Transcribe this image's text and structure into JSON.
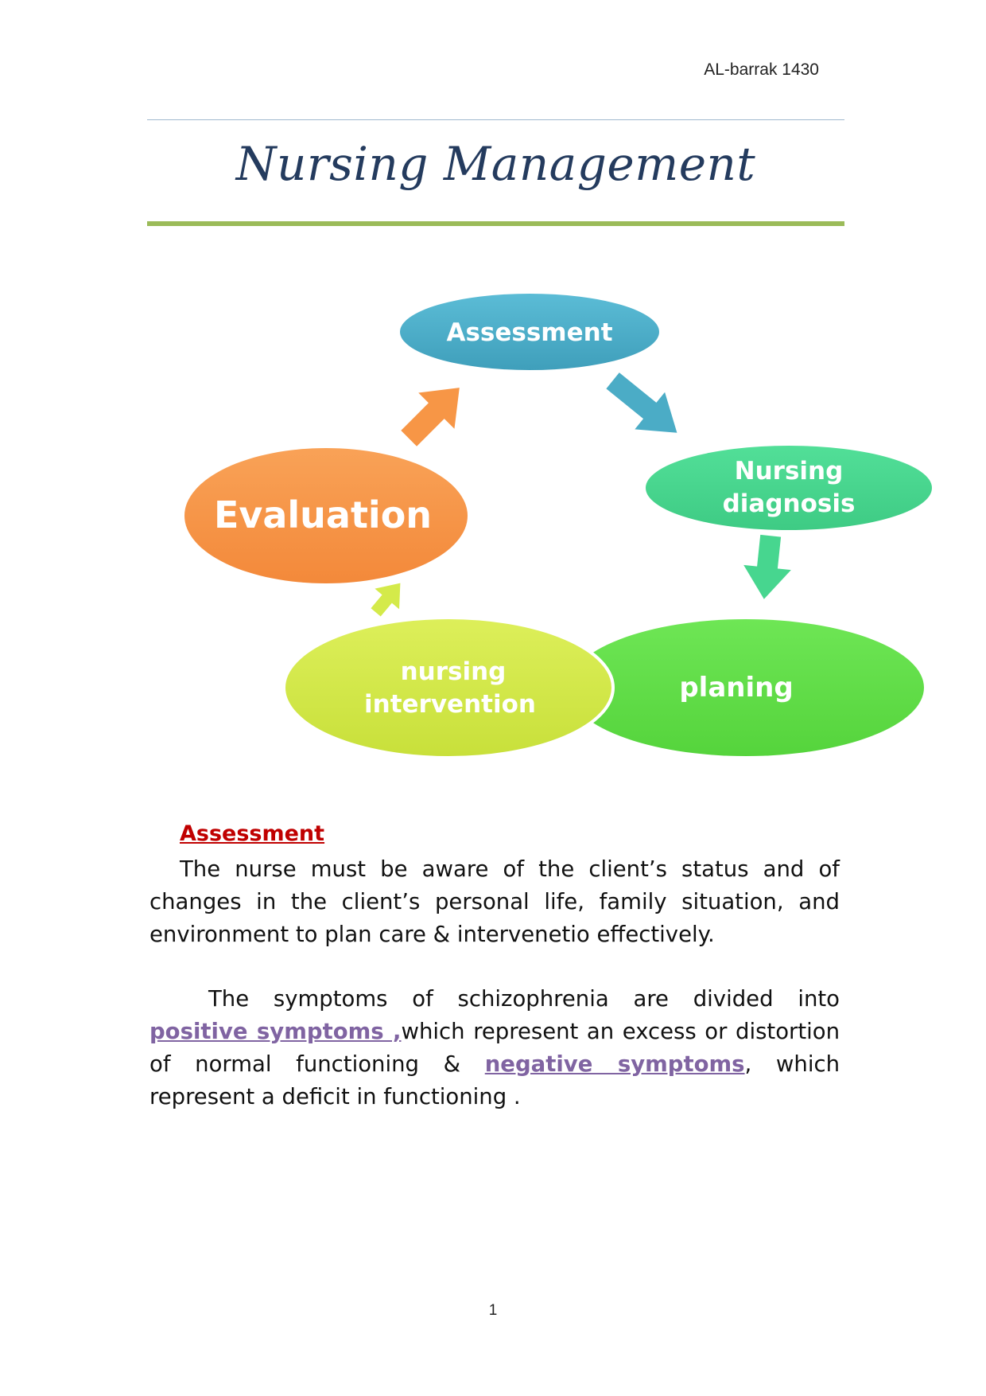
{
  "header": {
    "author_year": "AL-barrak 1430"
  },
  "title": "Nursing Management",
  "diagram": {
    "nodes": [
      {
        "id": "assessment",
        "label_lines": [
          "Assessment"
        ],
        "color": "#4bacc6"
      },
      {
        "id": "nursing-diagnosis",
        "label_lines": [
          "Nursing",
          "diagnosis"
        ],
        "color": "#47d68f"
      },
      {
        "id": "planing",
        "label_lines": [
          "planing"
        ],
        "color": "#63e04a"
      },
      {
        "id": "nursing-intervention",
        "label_lines": [
          "nursing",
          "intervention"
        ],
        "color": "#d4ea4a"
      },
      {
        "id": "evaluation",
        "label_lines": [
          "Evaluation"
        ],
        "color": "#f79646"
      }
    ],
    "arrow_colors": {
      "assessment_to_diagnosis": "#4bacc6",
      "diagnosis_to_planing": "#47d68f",
      "intervention_to_evaluation": "#d4ea4a",
      "evaluation_to_assessment": "#f79646"
    }
  },
  "section": {
    "heading": "Assessment",
    "paragraph1": "The nurse must be aware of the client’s status and of changes in the client’s personal life, family situation, and environment to plan care & intervenetio effectively.",
    "paragraph2": {
      "part1": "The symptoms of schizophrenia are divided into ",
      "term1": "positive symptoms ,",
      "part2": "which represent an excess or distortion of normal functioning & ",
      "term2": "negative symptoms",
      "part3": ", which represent a deficit in functioning ."
    }
  },
  "footer": {
    "page_number": "1"
  },
  "colors": {
    "title": "#243b5e",
    "heading": "#c00000",
    "term": "#8064a2",
    "green_rule": "#9bbb59"
  }
}
